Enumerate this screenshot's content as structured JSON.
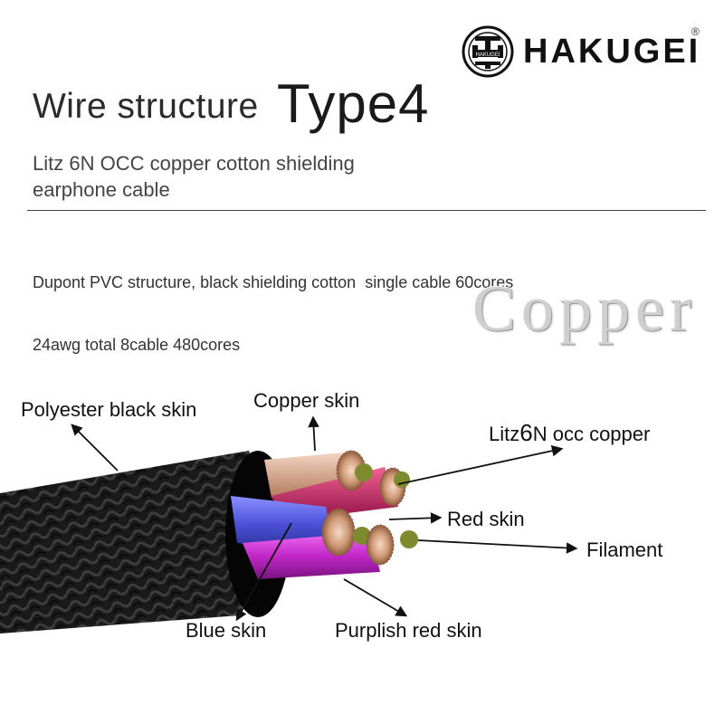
{
  "brand": {
    "name": "HAKUGEI",
    "badge_text": "HAKUGEI",
    "registered_mark": "®"
  },
  "title": {
    "lead": "Wire structure",
    "type": "Type4"
  },
  "subtitle": {
    "line1": "Litz 6N OCC copper cotton shielding",
    "line2": "earphone cable"
  },
  "description": {
    "line1": "Dupont PVC structure, black shielding cotton  single cable 60cores",
    "line2": "24awg total 8cable 480cores"
  },
  "watermark_word": "Copper",
  "callouts": {
    "polyester": "Polyester black skin",
    "copper_skin": "Copper skin",
    "litz_pre": "Litz",
    "litz_6": "6",
    "litz_post": "N occ copper",
    "red_skin": "Red skin",
    "filament": "Filament",
    "blue_skin": "Blue skin",
    "purplish_red_skin": "Purplish red skin"
  },
  "colors": {
    "braid": "#1c1c1c",
    "copper_skin": "#d9a98a",
    "red_skin": "#c2185b",
    "blue_skin": "#4a4fd6",
    "purple_skin": "#c228c8",
    "strand_copper": "#c9926e",
    "filament": "#7d8a2e"
  }
}
